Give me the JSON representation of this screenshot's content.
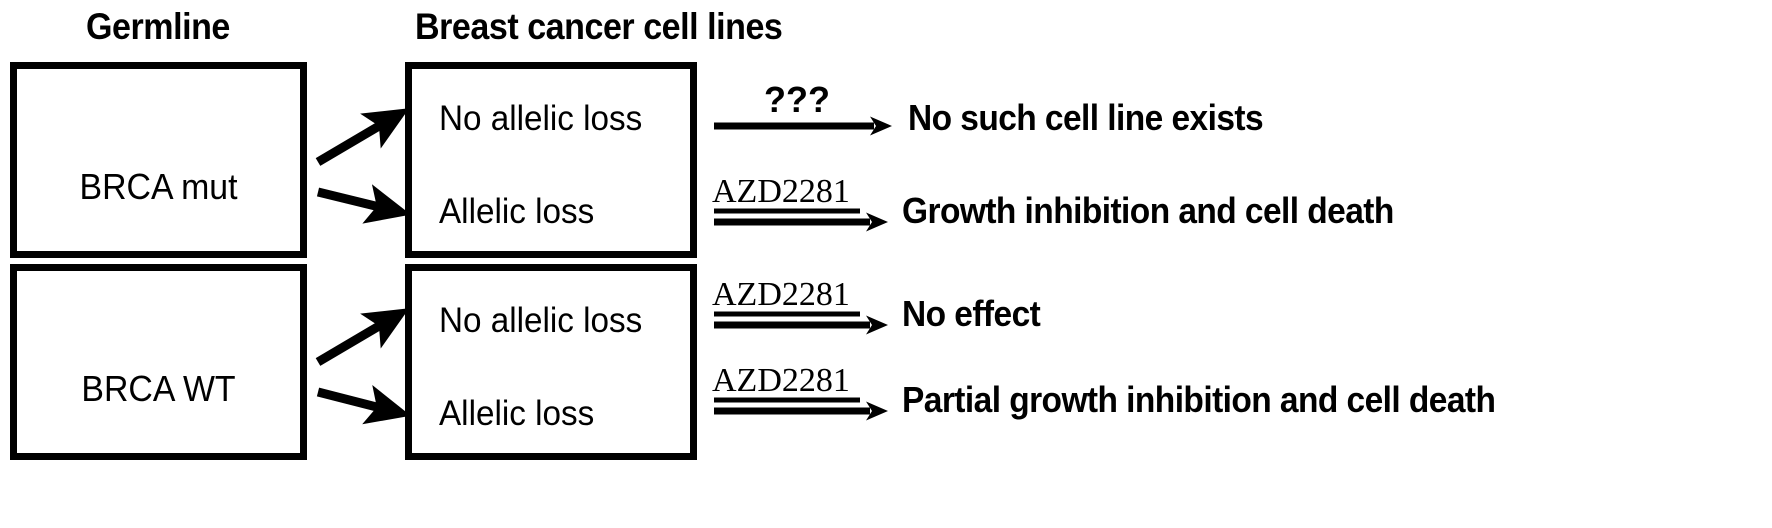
{
  "figure": {
    "background": "#ffffff",
    "ink": "#000000",
    "headers": [
      {
        "id": "germline",
        "label": "Germline"
      },
      {
        "id": "cell-lines",
        "label": "Breast cancer cell lines"
      }
    ],
    "germline_boxes": [
      {
        "id": "brca-mut",
        "label": "BRCA mut"
      },
      {
        "id": "brca-wt",
        "label": "BRCA WT"
      }
    ],
    "cell_line_boxes": [
      {
        "id": "cells-from-mut",
        "rows": [
          {
            "id": "no-allelic-loss",
            "label": "No allelic loss"
          },
          {
            "id": "allelic-loss",
            "label": "Allelic loss"
          }
        ]
      },
      {
        "id": "cells-from-wt",
        "rows": [
          {
            "id": "no-allelic-loss",
            "label": "No allelic loss"
          },
          {
            "id": "allelic-loss",
            "label": "Allelic loss"
          }
        ]
      }
    ],
    "outcomes": [
      {
        "id": "mut-no-allelic-loss",
        "arrow_label": "???",
        "arrow_label_style": "bold-question",
        "underlined": false,
        "arrow_length": 175,
        "text": "No such cell line exists"
      },
      {
        "id": "mut-allelic-loss",
        "arrow_label": "AZD2281",
        "arrow_label_style": "drug",
        "underlined": true,
        "arrow_length": 172,
        "text": "Growth inhibition and cell death"
      },
      {
        "id": "wt-no-allelic-loss",
        "arrow_label": "AZD2281",
        "arrow_label_style": "drug",
        "underlined": true,
        "arrow_length": 172,
        "text": "No effect"
      },
      {
        "id": "wt-allelic-loss",
        "arrow_label": "AZD2281",
        "arrow_label_style": "drug",
        "underlined": true,
        "arrow_length": 172,
        "text": "Partial growth inhibition and cell death"
      }
    ]
  }
}
